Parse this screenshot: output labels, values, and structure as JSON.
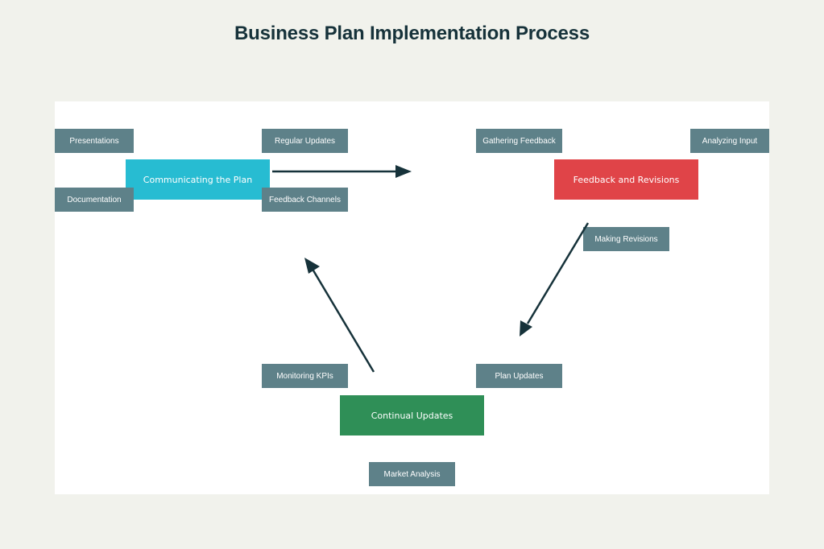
{
  "title": "Business Plan Implementation Process",
  "colors": {
    "communicating": "#27bcd2",
    "feedback": "#e04448",
    "continual": "#2f8f57",
    "sub": "#5e8189",
    "arrow": "#16323a"
  },
  "main_nodes": {
    "communicating": "Communicating the Plan",
    "feedback": "Feedback and Revisions",
    "continual": "Continual Updates"
  },
  "sub_nodes": {
    "presentations": "Presentations",
    "documentation": "Documentation",
    "regular_updates": "Regular Updates",
    "feedback_channels": "Feedback Channels",
    "gathering_feedback": "Gathering Feedback",
    "analyzing_input": "Analyzing Input",
    "making_revisions": "Making Revisions",
    "monitoring_kpis": "Monitoring KPIs",
    "plan_updates": "Plan Updates",
    "market_analysis": "Market Analysis"
  }
}
